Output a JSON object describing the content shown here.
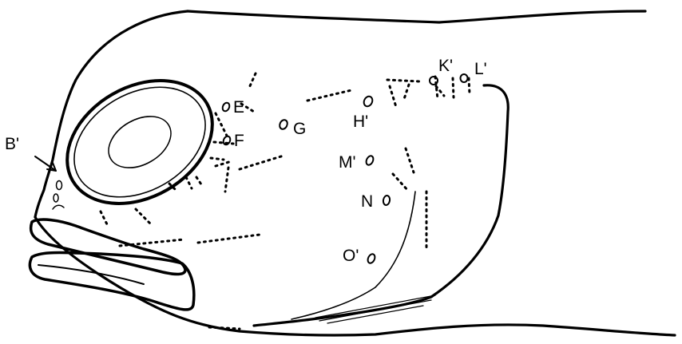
{
  "figure": {
    "ink_color": "#000000",
    "background_color": "#ffffff",
    "labels": {
      "b": "B'",
      "e": "E",
      "f": "F",
      "g": "G",
      "h": "H'",
      "k": "K'",
      "l": "L'",
      "m": "M'",
      "n": "N",
      "o": "O'"
    }
  }
}
